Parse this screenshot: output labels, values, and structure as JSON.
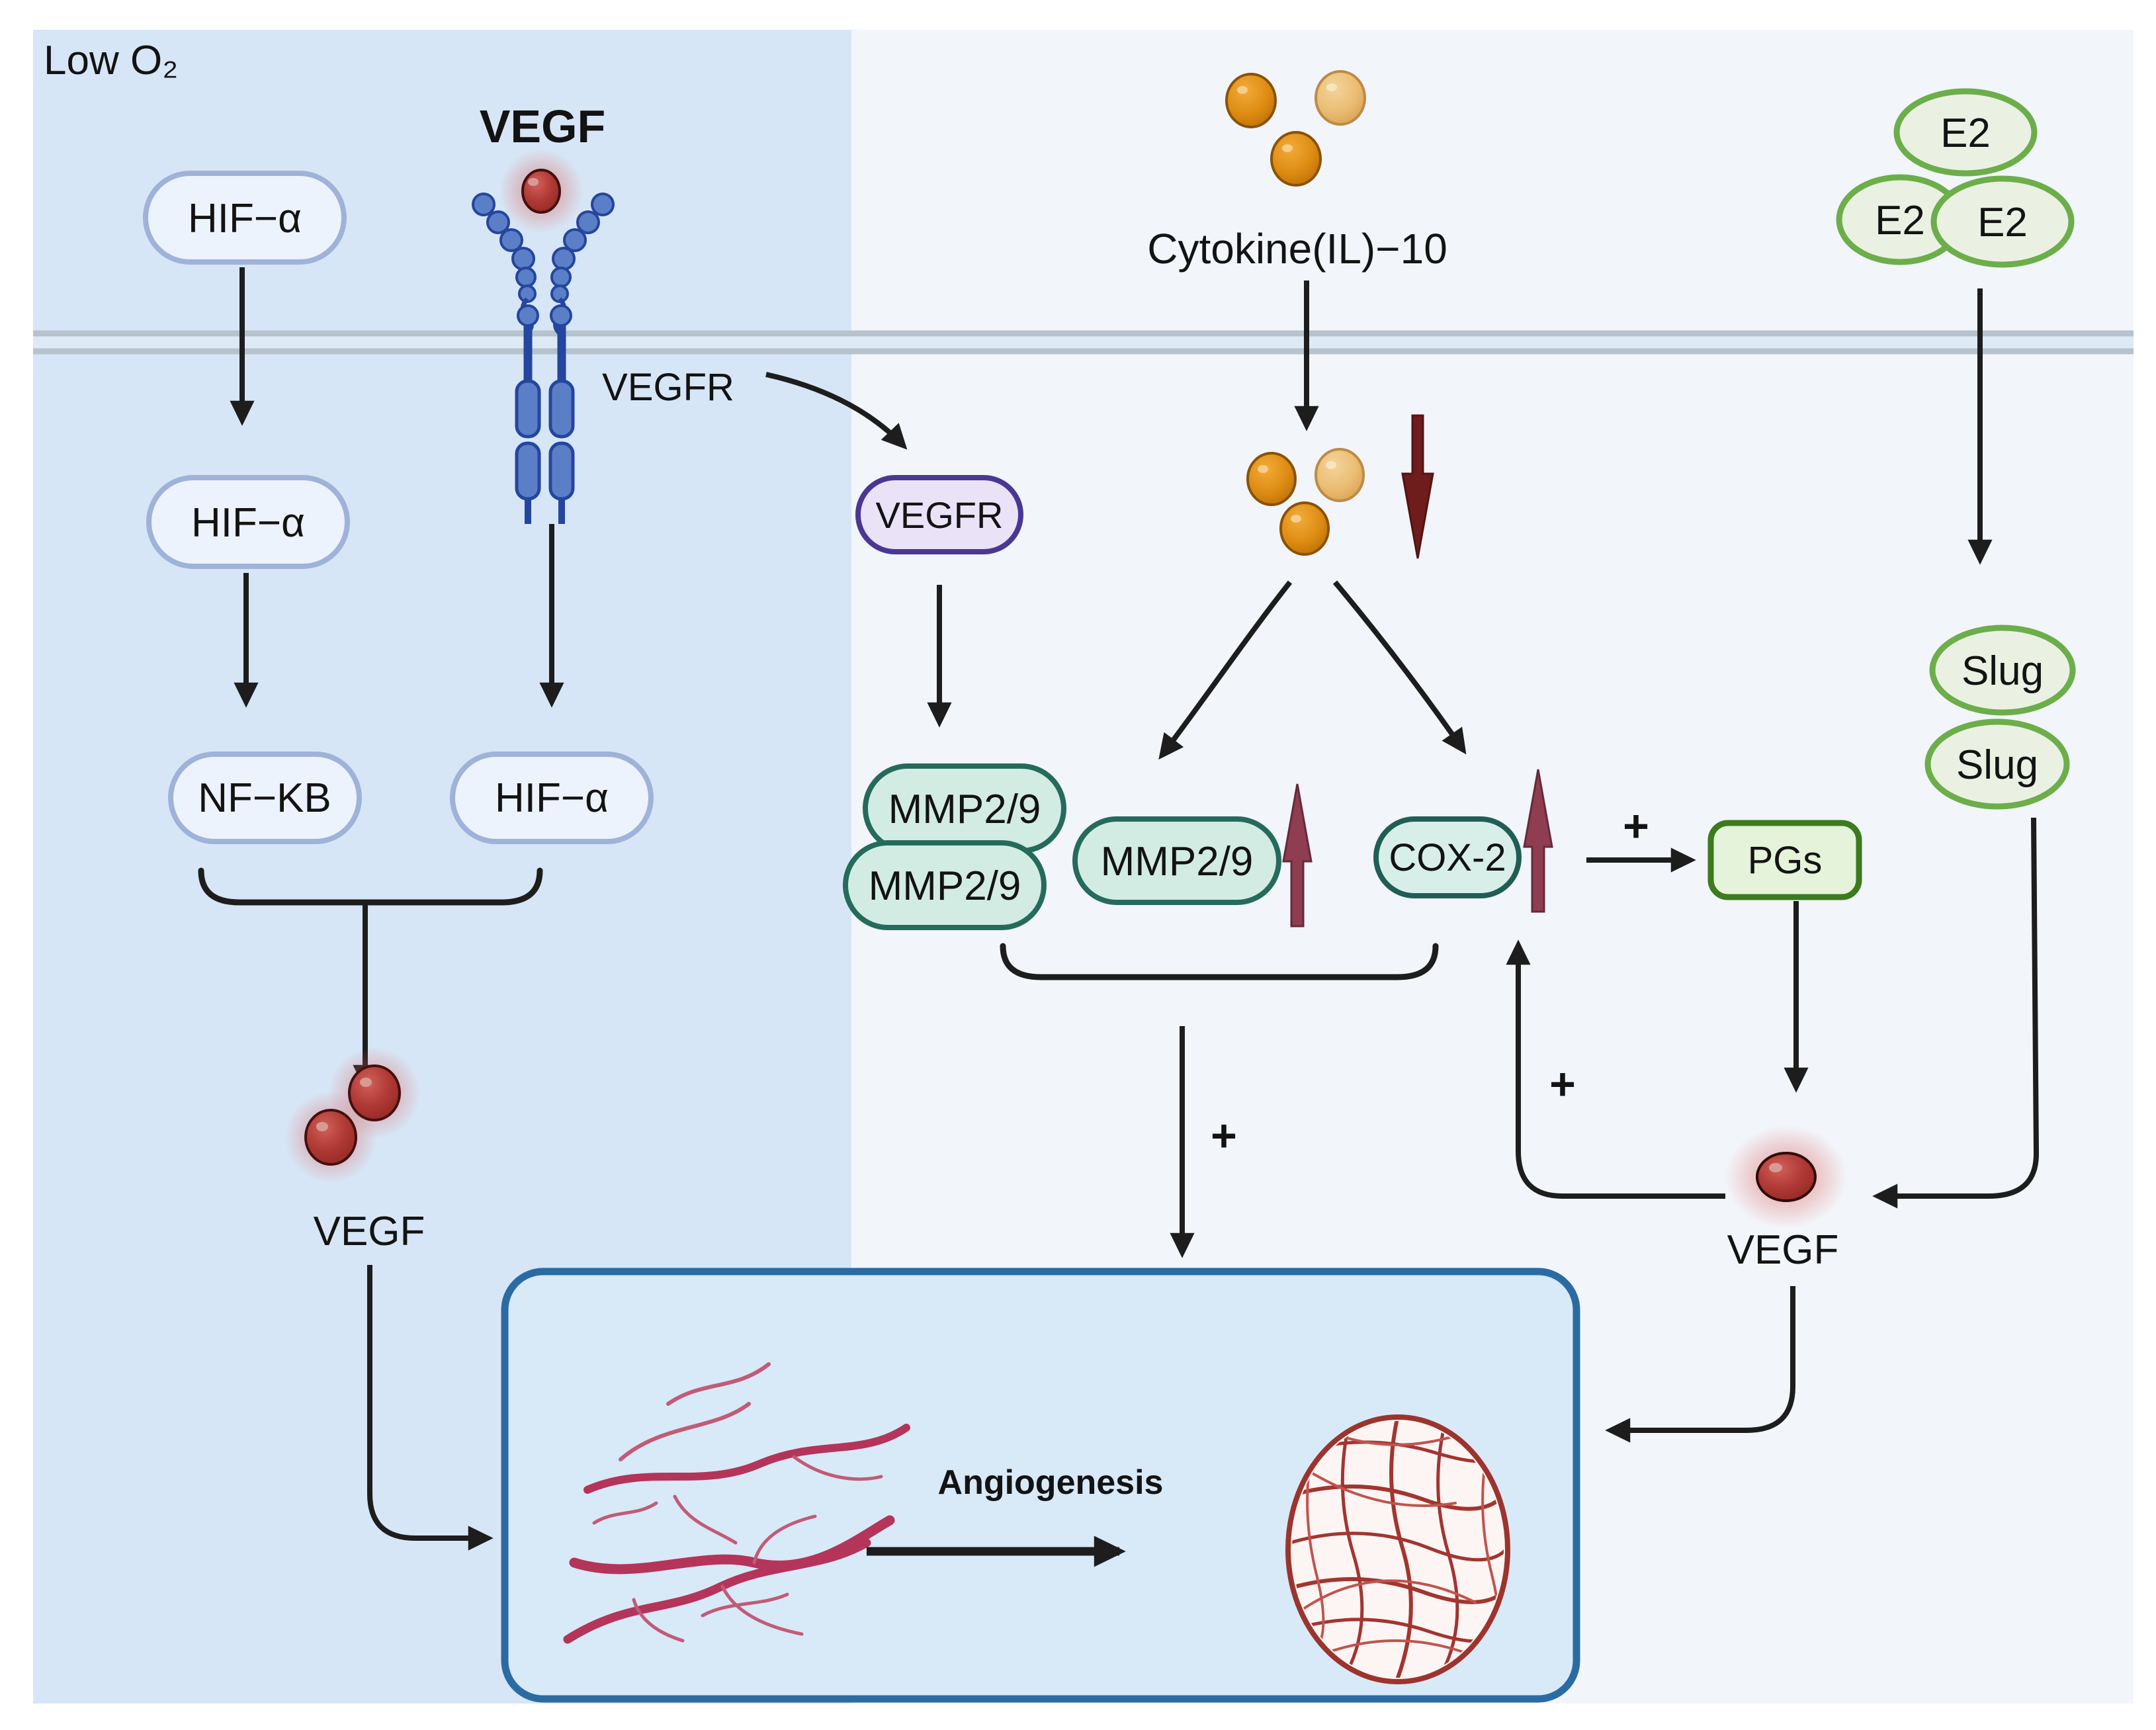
{
  "figure": {
    "condition_label": "Low O₂",
    "hypoxia_pathway": {
      "hif_top": "HIF−α",
      "hif_mid": "HIF−α",
      "nf_kb": "NF−KB",
      "hif_nucleus": "HIF−α",
      "vegf_ligand": "VEGF",
      "vegfr_label": "VEGFR",
      "vegf_product_left": "VEGF"
    },
    "cytokine_pathway": {
      "cytokine": "Cytokine(IL)−10",
      "vegfr_pill": "VEGFR",
      "mmp_left_top": "MMP2/9",
      "mmp_left_bottom": "MMP2/9",
      "mmp_upregulated": "MMP2/9",
      "cox2": "COX-2",
      "pgs": "PGs",
      "plus_to_pgs": "+",
      "plus_to_angiogenesis": "+",
      "plus_feedback": "+"
    },
    "estrogen_pathway": {
      "e2_top": "E2",
      "e2_left": "E2",
      "e2_right": "E2",
      "slug_top": "Slug",
      "slug_bottom": "Slug",
      "vegf_product_right": "VEGF"
    },
    "angiogenesis": {
      "title": "Angiogenesis"
    },
    "colors": {
      "left_panel_bg": "#d7e6f6",
      "right_panel_bg": "#f2f5fa",
      "membrane_line": "#b6c2cc",
      "membrane_band": "#dde9f4",
      "blue_pill_border": "#9fb2d9",
      "blue_pill_fill": "#edf3fc",
      "vegfr_pill_border": "#4a3794",
      "vegfr_pill_fill": "#eae3f8",
      "mmp_pill_border": "#256b5b",
      "mmp_pill_fill": "#d3ece3",
      "pgs_border": "#3c7b1e",
      "pgs_fill": "#e4f3d9",
      "green_ellipse_border": "#6cae4a",
      "green_ellipse_fill": "#eaf1e3",
      "receptor_blue": "#5b7fc7",
      "receptor_blue_dark": "#24469e",
      "vegf_red": "#a62f2c",
      "cytokine_orange": "#d3820b",
      "cytokine_orange_light": "#e8b96b",
      "increase_arrow": "#8e3e50",
      "decrease_arrow": "#6e1c1c",
      "angiogenesis_box_border": "#2b6ba3",
      "angiogenesis_box_fill": "#d8e9f8",
      "vessel_red": "#b5345a",
      "arrow_black": "#1d1d1d"
    }
  }
}
